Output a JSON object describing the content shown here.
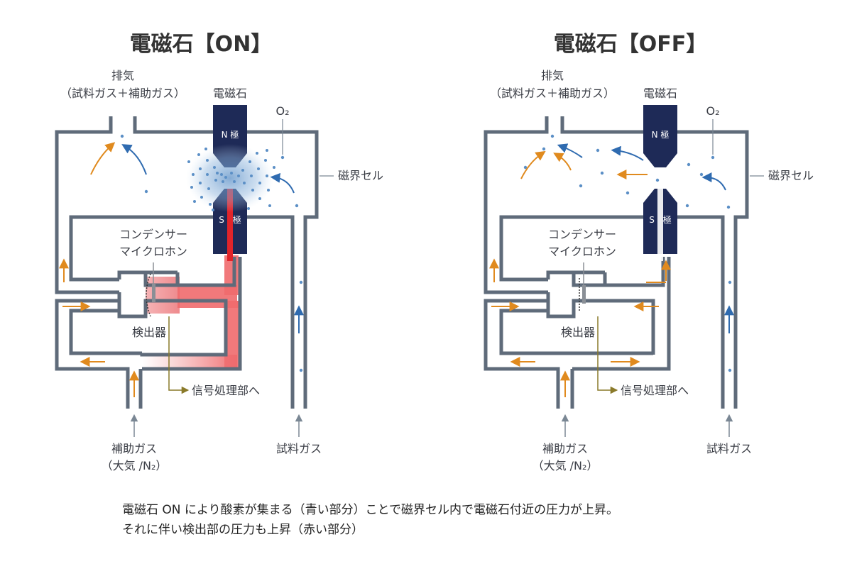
{
  "panels": {
    "on": {
      "title": "電磁石【ON】",
      "exhaust_line1": "排気",
      "exhaust_line2": "（試料ガス＋補助ガス）",
      "electromagnet": "電磁石",
      "o2": "O₂",
      "north_pole": "N 極",
      "south_pole": "S　極",
      "magnetic_cell": "磁界セル",
      "mic_line1": "コンデンサー",
      "mic_line2": "マイクロホン",
      "detector": "検出器",
      "signal": "信号処理部へ",
      "aux_gas_line1": "補助ガス",
      "aux_gas_line2": "（大気 /N₂）",
      "sample_gas": "試料ガス"
    },
    "off": {
      "title": "電磁石【OFF】",
      "exhaust_line1": "排気",
      "exhaust_line2": "（試料ガス＋補助ガス）",
      "electromagnet": "電磁石",
      "o2": "O₂",
      "north_pole": "N 極",
      "south_pole": "S　極",
      "magnetic_cell": "磁界セル",
      "mic_line1": "コンデンサー",
      "mic_line2": "マイクロホン",
      "detector": "検出器",
      "signal": "信号処理部へ",
      "aux_gas_line1": "補助ガス",
      "aux_gas_line2": "（大気 /N₂）",
      "sample_gas": "試料ガス"
    }
  },
  "caption": {
    "line1": "電磁石 ON により酸素が集まる（青い部分）ことで磁界セル内で電磁石付近の圧力が上昇。",
    "line2": "それに伴い検出部の圧力も上昇（赤い部分）"
  },
  "colors": {
    "wall": "#5f6b7a",
    "magnet": "#1e2a57",
    "oxygen": "#5b8fc6",
    "aux_flow": "#e08a1e",
    "sample_flow": "#2f6bb0",
    "pressure": "#e0242a",
    "signal_line": "#8a7a2a"
  }
}
